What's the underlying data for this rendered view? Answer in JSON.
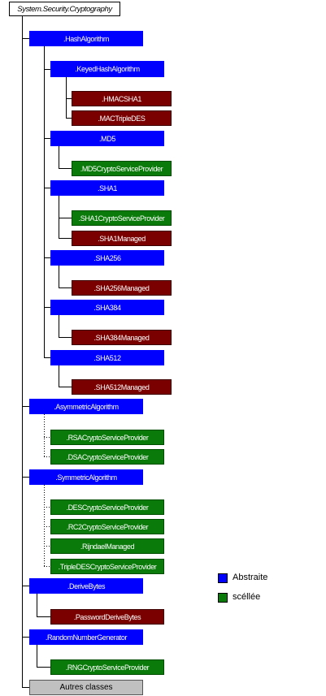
{
  "root": "System.Security.Cryptography",
  "hash": {
    "label": ".HashAlgorithm",
    "keyed": {
      "label": ".KeyedHashAlgorithm",
      "hmac": ".HMACSHA1",
      "mac": ".MACTripleDES"
    },
    "md5": {
      "label": ".MD5",
      "provider": ".MD5CryptoServiceProvider"
    },
    "sha1": {
      "label": ".SHA1",
      "provider": ".SHA1CryptoServiceProvider",
      "managed": ".SHA1Managed"
    },
    "sha256": {
      "label": ".SHA256",
      "managed": ".SHA256Managed"
    },
    "sha384": {
      "label": ".SHA384",
      "managed": ".SHA384Managed"
    },
    "sha512": {
      "label": ".SHA512",
      "managed": ".SHA512Managed"
    }
  },
  "asym": {
    "label": ".AsymmetricAlgorithm",
    "rsa": ".RSACryptoServiceProvider",
    "dsa": ".DSACryptoServiceProvider"
  },
  "sym": {
    "label": ".SymmetricAlgorithm",
    "des": ".DESCryptoServiceProvider",
    "rc2": ".RC2CryptoServiceProvider",
    "rijndael": ".RijndaelManaged",
    "tdes": ".TripleDESCryptoServiceProvider"
  },
  "derive": {
    "label": ".DeriveBytes",
    "pdb": ".PasswordDeriveBytes"
  },
  "rng": {
    "label": ".RandomNumberGenerator",
    "provider": ".RNGCryptoServiceProvider"
  },
  "other": "Autres classes",
  "legend": {
    "abstract": "Abstraite",
    "sealed": "scéllée"
  },
  "colors": {
    "abstract": "#0000ff",
    "sealed": "#0a7a0a",
    "concrete": "#7a0000",
    "other": "#c0c0c0"
  }
}
